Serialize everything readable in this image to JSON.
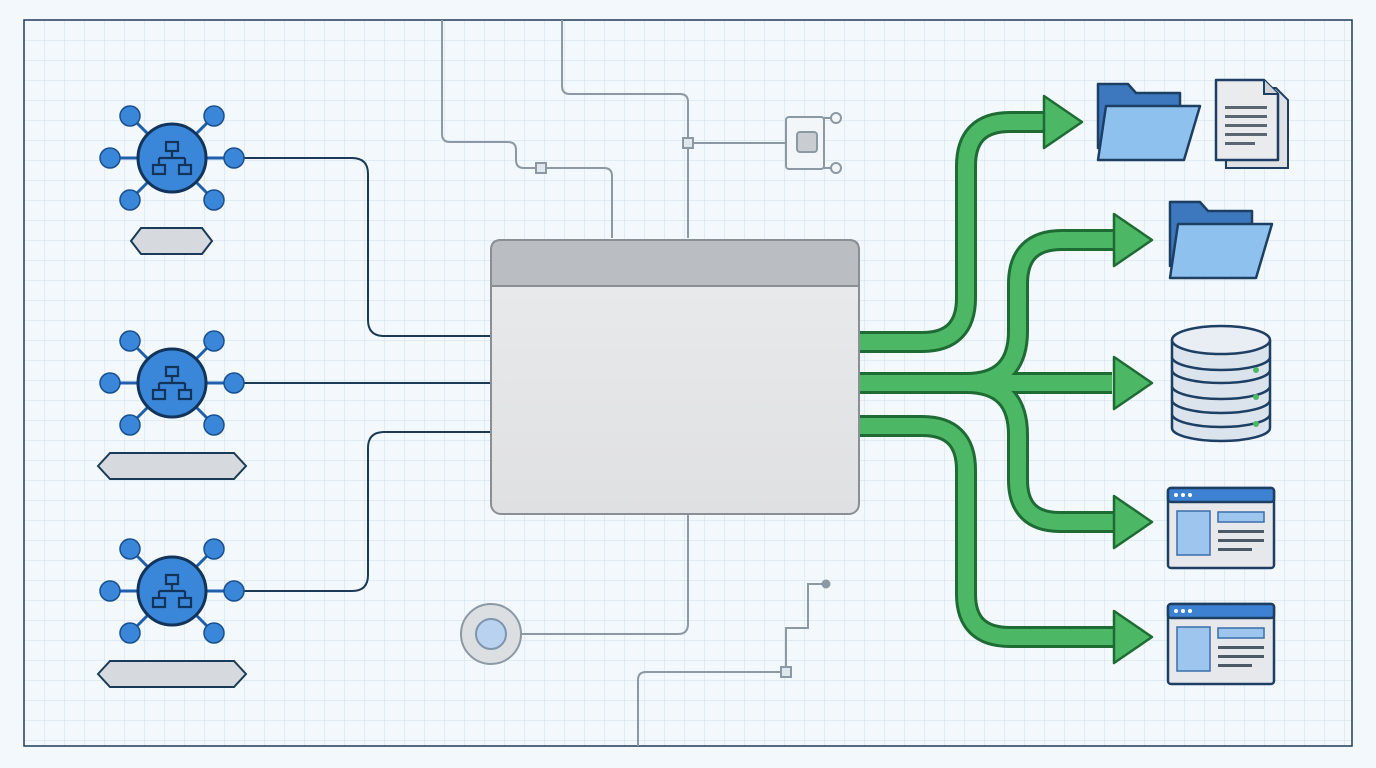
{
  "diagram": {
    "source_nodes": [
      {
        "id": "source-1",
        "icon": "network-hub-icon",
        "label": ""
      },
      {
        "id": "source-2",
        "icon": "network-hub-icon",
        "label": ""
      },
      {
        "id": "source-3",
        "icon": "network-hub-icon",
        "label": ""
      }
    ],
    "central_window": {
      "title": "",
      "body": ""
    },
    "destinations": [
      {
        "id": "dest-folder",
        "icon": "folder-icon"
      },
      {
        "id": "dest-document",
        "icon": "document-icon"
      },
      {
        "id": "dest-folder-2",
        "icon": "folder-icon"
      },
      {
        "id": "dest-database",
        "icon": "database-icon"
      },
      {
        "id": "dest-browser-1",
        "icon": "browser-window-icon"
      },
      {
        "id": "dest-browser-2",
        "icon": "browser-window-icon"
      }
    ],
    "colors": {
      "grid_background": "#f2f8fc",
      "grid_line": "#c8d9e6",
      "frame_border": "#1f3b57",
      "hub_blue": "#3a7fd0",
      "hub_outline": "#12345a",
      "flow_green": "#4cb865",
      "flow_outline": "#1e6b34",
      "window_fill": "#e5e6e8",
      "window_header": "#babdc1",
      "connector_gray": "#8c98a3",
      "connector_navy": "#1b3a57"
    }
  }
}
